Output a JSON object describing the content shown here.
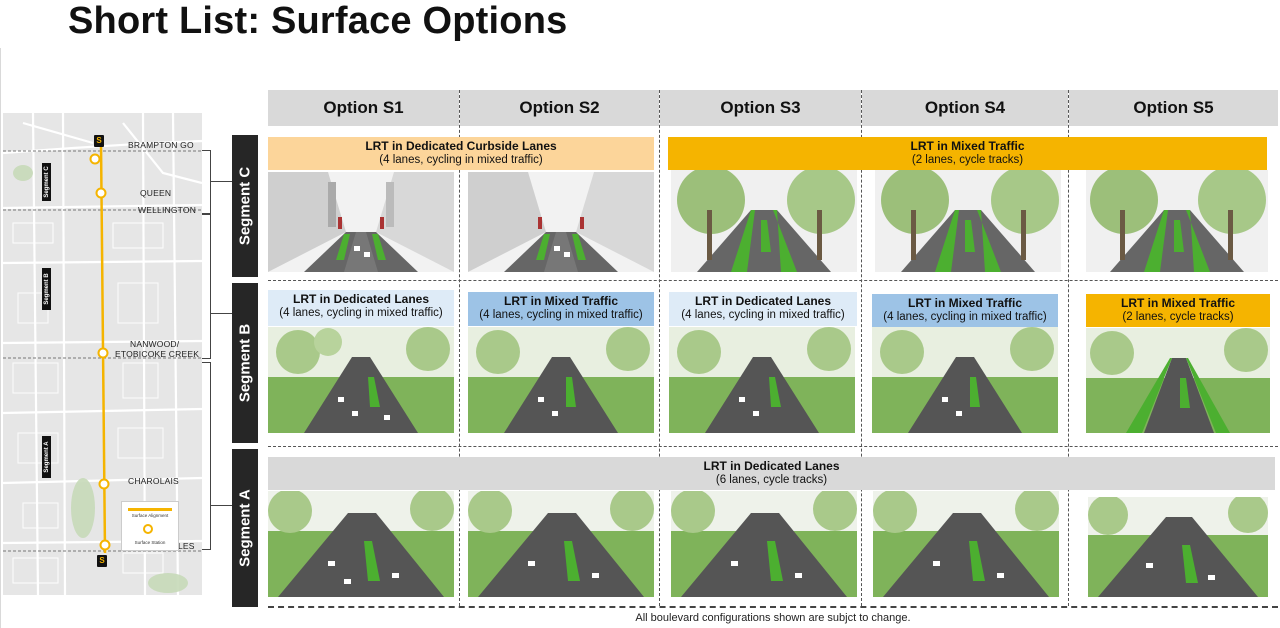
{
  "title": "Short List: Surface Options",
  "options": [
    "Option S1",
    "Option S2",
    "Option S3",
    "Option S4",
    "Option S5"
  ],
  "segments": [
    "Segment C",
    "Segment B",
    "Segment A"
  ],
  "map": {
    "stations": [
      "BRAMPTON GO",
      "QUEEN",
      "WELLINGTON",
      "NANWOOD/",
      "ETOBICOKE CREEK",
      "CHAROLAIS",
      "STEELES"
    ],
    "segment_tags": [
      "Segment C",
      "Segment B",
      "Segment A"
    ],
    "badge": "S",
    "legend": {
      "alignment": "Surface Alignment",
      "station": "Surface Station"
    },
    "colors": {
      "alignment": "#f5b400"
    }
  },
  "segment_c": {
    "left_banner": {
      "title": "LRT in Dedicated Curbside Lanes",
      "sub": "(4 lanes, cycling in mixed traffic)"
    },
    "right_banner": {
      "title": "LRT in Mixed Traffic",
      "sub": "(2 lanes, cycle tracks)"
    }
  },
  "segment_b": [
    {
      "title": "LRT in Dedicated Lanes",
      "sub": "(4 lanes, cycling in mixed traffic)"
    },
    {
      "title": "LRT in Mixed Traffic",
      "sub": "(4 lanes, cycling in mixed traffic)"
    },
    {
      "title": "LRT in Dedicated Lanes",
      "sub": "(4 lanes, cycling in mixed traffic)"
    },
    {
      "title": "LRT in Mixed Traffic",
      "sub": "(4 lanes, cycling in mixed traffic)"
    },
    {
      "title": "LRT in Mixed Traffic",
      "sub": "(2 lanes, cycle tracks)"
    }
  ],
  "segment_a": {
    "title": "LRT in Dedicated Lanes",
    "sub": "(6 lanes, cycle tracks)"
  },
  "colors": {
    "light_orange": "#fcd59a",
    "gold": "#f5b400",
    "pale_blue": "#deebf7",
    "blue": "#9dc3e6",
    "grey": "#d9d9d9",
    "lrt_green": "#4caf30"
  },
  "footnote": "All boulevard configurations shown are subjct to change."
}
